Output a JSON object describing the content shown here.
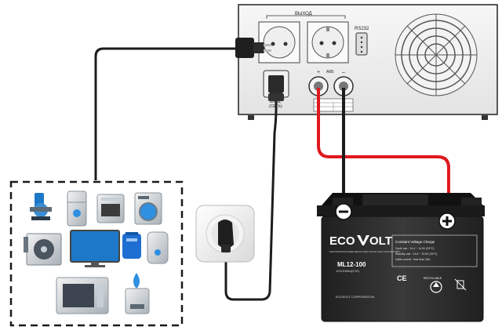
{
  "inverter": {
    "output_label": "ВЫХОД",
    "rs232_label": "RS232",
    "input_label": "ВХОД",
    "input_sublabel": "(СЕТЬ)",
    "plus_label": "+",
    "minus_label": "–",
    "amp_label": "АКБ"
  },
  "battery": {
    "brand_left": "ECO",
    "brand_right": "OLT",
    "subtitle": "MAINTENANCE FREE REGULATED VALVE LEAD ACID BATTERY",
    "model": "ML12-100",
    "model_sub": "12V/100Ah(C10)",
    "spec_title": "Constant Voltage Charge",
    "spec_cycle": "Cycle use : 14.4 ~ 14.9V (25°C)",
    "spec_standby": "Standby use : 13.6 ~ 13.8V (25°C)",
    "spec_current": "Initial current : less than 25A",
    "corp": "ECOVOLT CORPORATION",
    "recyclable": "RECYCLABLE",
    "ce": "CE"
  },
  "colors": {
    "inverter_body": "#f4f4f4",
    "battery_body": "#2b2b2b",
    "positive_wire": "#e0191e",
    "cable": "#1c1c1c",
    "appliance_blue": "#3a8fd6"
  },
  "appliances": [
    "pump-icon",
    "refrigerator-icon",
    "oven-icon",
    "washing-machine-icon",
    "air-conditioner-icon",
    "tv-icon",
    "gas-boiler-icon",
    "water-heater-icon",
    "microwave-icon",
    "water-dispenser-icon"
  ]
}
